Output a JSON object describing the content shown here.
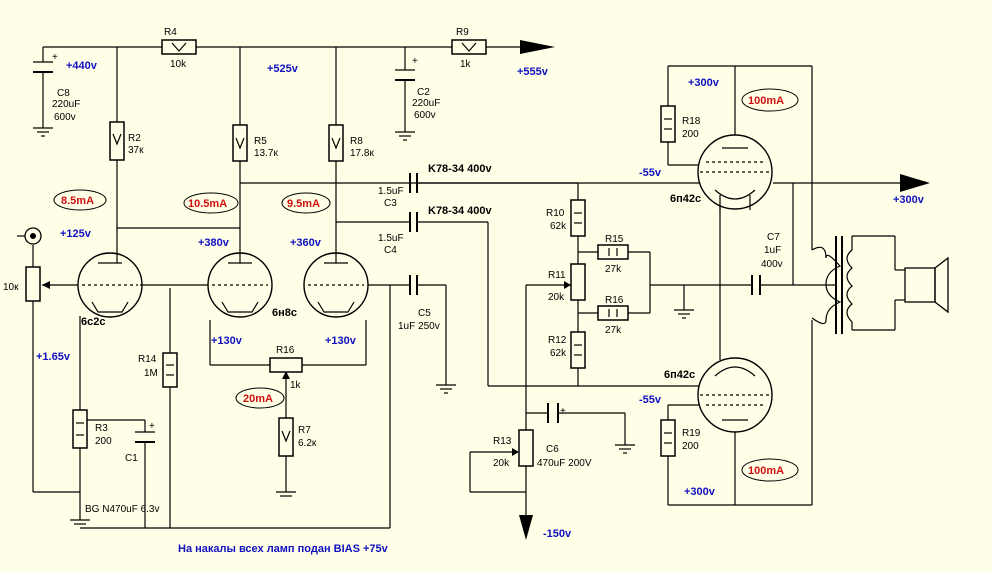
{
  "labels": {
    "r4": "R4",
    "r4v": "10k",
    "r9": "R9",
    "r9v": "1k",
    "r2": "R2",
    "r2v": "37к",
    "r5": "R5",
    "r5v": "13.7к",
    "r8": "R8",
    "r8v": "17.8к",
    "r14": "R14",
    "r14v": "1M",
    "r3": "R3",
    "r3v": "200",
    "r16": "R16",
    "r16v": "1k",
    "r7": "R7",
    "r7v": "6.2к",
    "r10": "R10",
    "r10v": "62k",
    "r11": "R11",
    "r11v": "20k",
    "r12": "R12",
    "r12v": "62k",
    "r13": "R13",
    "r13v": "20k",
    "r15": "R15",
    "r15v": "27k",
    "r16b": "R16",
    "r16bv": "27k",
    "r18": "R18",
    "r18v": "200",
    "r19": "R19",
    "r19v": "200",
    "c8": "C8",
    "c8v": "220uF",
    "c8u": "600v",
    "c2": "C2",
    "c2v": "220uF",
    "c2u": "600v",
    "c3": "C3",
    "c3v": "1.5uF",
    "c4": "C4",
    "c4v": "1.5uF",
    "c5": "C5",
    "c5v": "1uF 250v",
    "c6": "C6",
    "c6v": "470uF 200V",
    "c7": "C7",
    "c7v": "1uF",
    "c7u": "400v",
    "c1": "C1",
    "c1v": "BG N470uF 6.3v",
    "cap_top": "K78-34 400v",
    "cap_bot": "K78-34 400v",
    "pot": "10к",
    "plus": "+"
  },
  "voltages": {
    "v440": "+440v",
    "v525": "+525v",
    "v555": "+555v",
    "v125": "+125v",
    "v380": "+380v",
    "v360": "+360v",
    "v130a": "+130v",
    "v130b": "+130v",
    "v165": "+1.65v",
    "v300top": "+300v",
    "v300out": "+300v",
    "v300bot": "+300v",
    "v55top": "-55v",
    "v55bot": "-55v",
    "v150": "-150v"
  },
  "currents": {
    "i85": "8.5mA",
    "i105": "10.5mA",
    "i95": "9.5mA",
    "i20": "20mA",
    "i100top": "100mA",
    "i100bot": "100mA"
  },
  "tubes": {
    "t1": "6с2с",
    "t2": "6н8с",
    "t3": "6п42с",
    "t4": "6п42с"
  },
  "note": "На накалы всех ламп подан BIAS +75v"
}
